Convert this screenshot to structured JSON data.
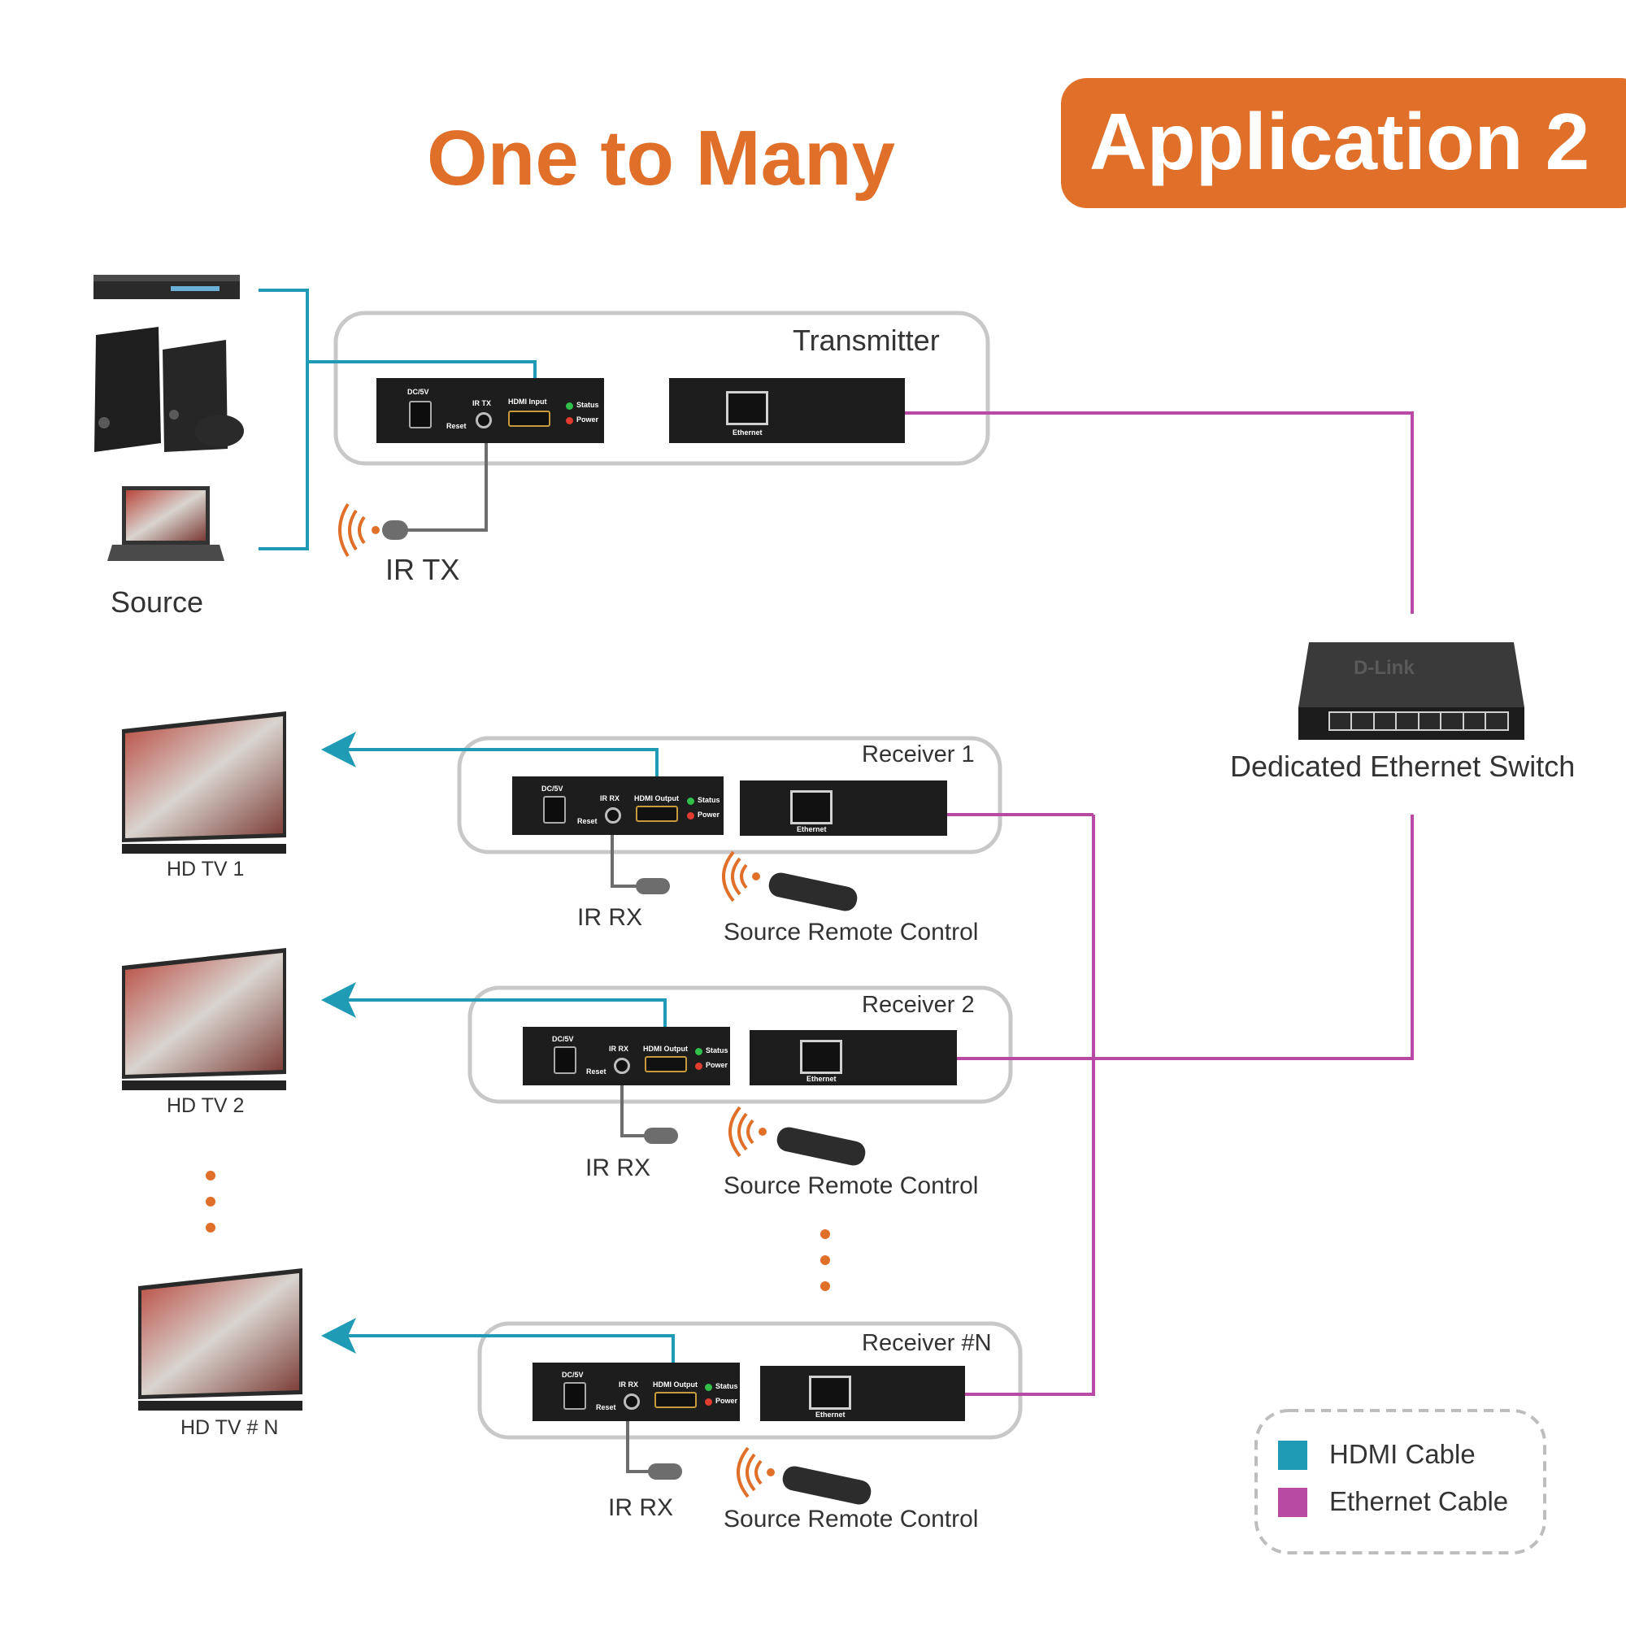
{
  "title": "One to Many",
  "application": "Application 2",
  "source_label": "Source",
  "transmitter": {
    "label": "Transmitter",
    "ports": {
      "dc": "DC/5V",
      "reset": "Reset",
      "ir": "IR TX",
      "hdmi": "HDMI Input",
      "status": "Status",
      "power": "Power",
      "ethernet": "Ethernet"
    }
  },
  "ir_tx_label": "IR TX",
  "switch": {
    "label": "Dedicated Ethernet Switch",
    "brand": "D-Link"
  },
  "receivers": [
    {
      "label": "Receiver 1",
      "tv": "HD TV 1",
      "ir": "IR RX",
      "remote": "Source Remote Control"
    },
    {
      "label": "Receiver 2",
      "tv": "HD TV 2",
      "ir": "IR RX",
      "remote": "Source Remote Control"
    },
    {
      "label": "Receiver #N",
      "tv": "HD TV # N",
      "ir": "IR RX",
      "remote": "Source Remote Control"
    }
  ],
  "receiver_ports": {
    "dc": "DC/5V",
    "reset": "Reset",
    "ir": "IR RX",
    "hdmi": "HDMI Output",
    "status": "Status",
    "power": "Power",
    "ethernet": "Ethernet"
  },
  "legend": [
    {
      "label": "HDMI Cable",
      "color": "#1f9bb5"
    },
    {
      "label": "Ethernet Cable",
      "color": "#b84aa4"
    }
  ],
  "colors": {
    "accent": "#e07029",
    "hdmi": "#1f9bb5",
    "ethernet": "#b84aa4"
  }
}
